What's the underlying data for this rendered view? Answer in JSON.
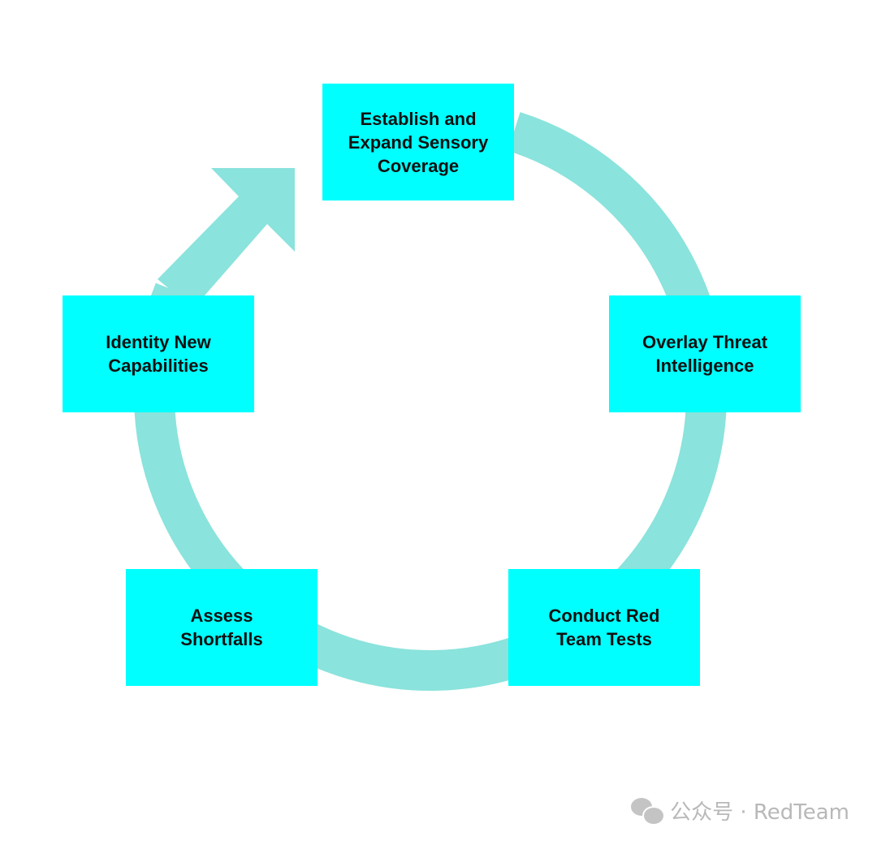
{
  "diagram": {
    "ring_color": "#8ae3dc",
    "box_color": "#00ffff",
    "steps": [
      {
        "label": "Establish and\nExpand Sensory\nCoverage"
      },
      {
        "label": "Overlay Threat\nIntelligence"
      },
      {
        "label": "Conduct Red\nTeam Tests"
      },
      {
        "label": "Assess\nShortfalls"
      },
      {
        "label": "Identity New\nCapabilities"
      }
    ]
  },
  "watermark": {
    "text": "公众号 · RedTeam",
    "icon": "wechat-icon"
  }
}
